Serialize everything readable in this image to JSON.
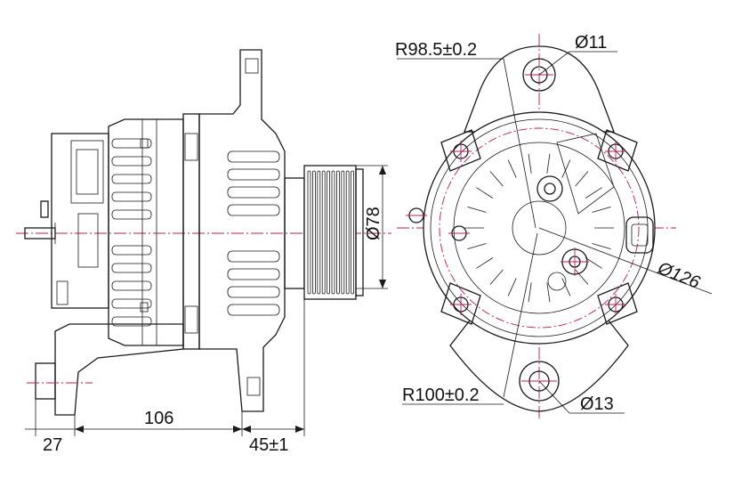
{
  "dimensions": {
    "side_view": {
      "pulley_diameter": "Ø78",
      "overall_length": "106",
      "mount_offset": "27",
      "pulley_offset": "45±1"
    },
    "front_view": {
      "upper_radius": "R98.5±0.2",
      "upper_hole": "Ø11",
      "lower_radius": "R100±0.2",
      "lower_hole": "Ø13",
      "body_diameter": "Ø126"
    }
  },
  "colors": {
    "outline": "#1a1a1a",
    "centerline": "#c2185b",
    "background": "#ffffff"
  }
}
